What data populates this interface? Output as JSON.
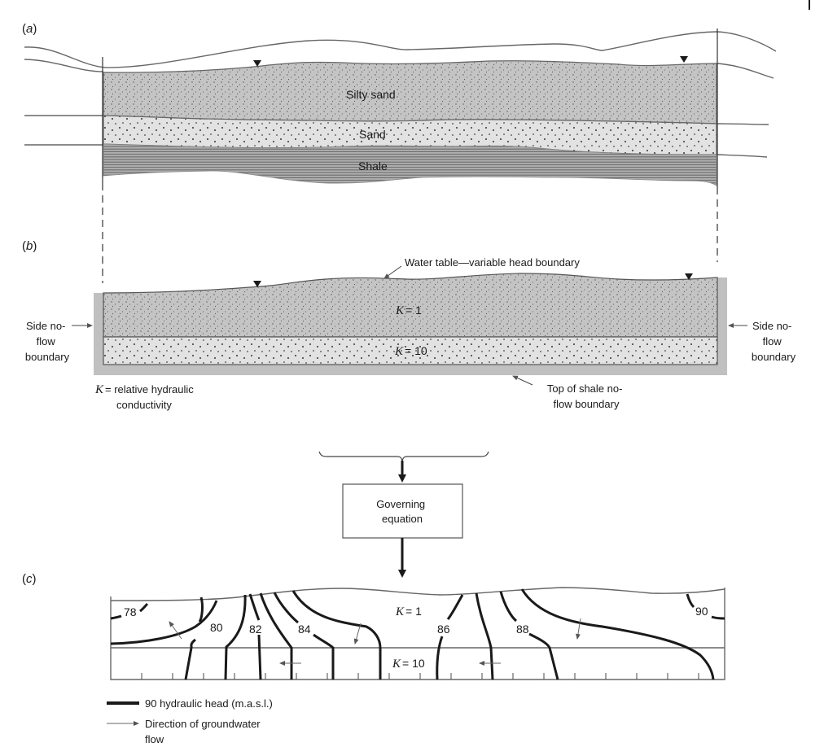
{
  "panels": {
    "a": {
      "label_open": "(",
      "label_letter": "a",
      "label_close": ")",
      "layers": [
        "Silty sand",
        "Sand",
        "Shale"
      ]
    },
    "b": {
      "label_open": "(",
      "label_letter": "b",
      "label_close": ")",
      "water_table_label": "Water table—variable head boundary",
      "upper_layer_k": "K",
      "upper_layer_k_value": "= 1",
      "lower_layer_k": "K",
      "lower_layer_k_value": "= 10",
      "left_boundary": [
        "Side no-",
        "flow",
        "boundary"
      ],
      "right_boundary": [
        "Side no-",
        "flow",
        "boundary"
      ],
      "k_definition_symbol": "K",
      "k_definition": [
        "= relative hydraulic",
        "conductivity"
      ],
      "bottom_boundary": [
        "Top of shale no-",
        "flow boundary"
      ]
    },
    "flow": {
      "box_text": [
        "Governing",
        "equation"
      ]
    },
    "c": {
      "label_open": "(",
      "label_letter": "c",
      "label_close": ")",
      "upper_layer_k": "K",
      "upper_layer_k_value": "= 1",
      "lower_layer_k": "K",
      "lower_layer_k_value": "= 10",
      "contour_labels": [
        "78",
        "80",
        "82",
        "84",
        "86",
        "88",
        "90"
      ]
    },
    "legend": {
      "head_line": "90 hydraulic head (m.a.s.l.)",
      "flow_arrow": [
        "Direction of groundwater",
        "flow"
      ]
    }
  }
}
